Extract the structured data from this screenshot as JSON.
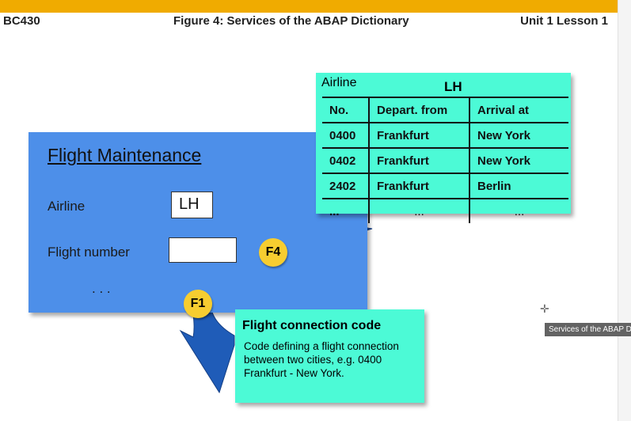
{
  "header": {
    "left": "BC430",
    "center": "Figure 4: Services of the ABAP Dictionary",
    "right": "Unit 1 Lesson 1"
  },
  "maintenance": {
    "title": "Flight Maintenance",
    "airline_label": "Airline",
    "airline_value": "LH",
    "flight_number_label": "Flight number",
    "flight_number_value": "",
    "ellipsis": ". . ."
  },
  "lookup": {
    "airline_label": "Airline",
    "airline_value": "LH",
    "headers": [
      "No.",
      "Depart. from",
      "Arrival at"
    ],
    "rows": [
      [
        "0400",
        "Frankfurt",
        "New York"
      ],
      [
        "0402",
        "Frankfurt",
        "New York"
      ],
      [
        "2402",
        "Frankfurt",
        "Berlin"
      ],
      [
        "...",
        "...",
        "..."
      ]
    ]
  },
  "popup": {
    "title": "Flight connection code",
    "text": "Code defining a flight connection between two cities, e.g. 0400 Frankfurt - New York."
  },
  "keys": {
    "f1": "F1",
    "f4": "F4"
  },
  "tooltip": "Services of the ABAP Dictionary",
  "colors": {
    "brand_bar": "#f0ab00",
    "panel": "#4d8fe9",
    "popup": "#4cfad6",
    "arrow": "#1f5cb8",
    "key": "#f7cd30"
  }
}
